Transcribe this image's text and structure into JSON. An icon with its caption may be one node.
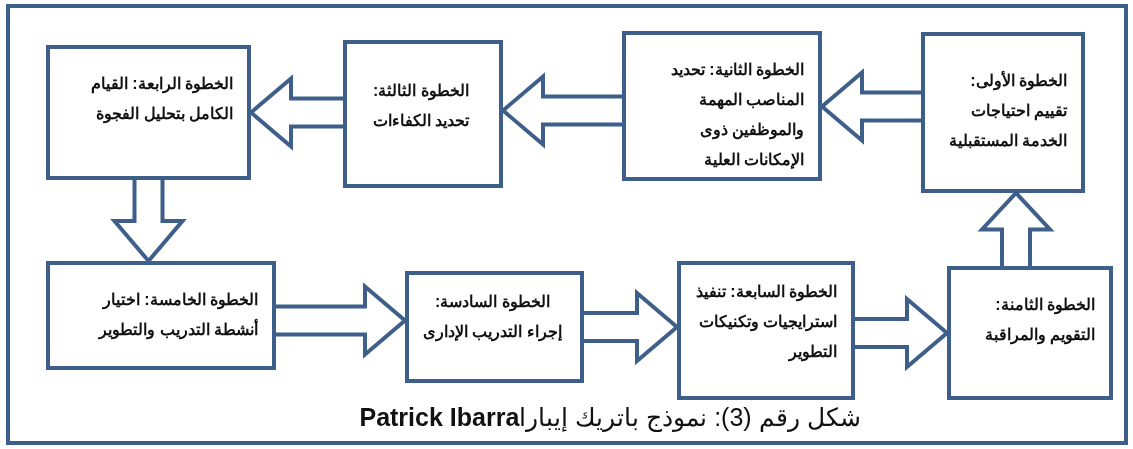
{
  "diagram": {
    "caption": "شكل رقم (3): نموذج باتريك إيبارا**Patrick Ibarra**",
    "nodes": [
      {
        "text": [
          "الخطوة الأولى: تقييم احتياجات الخدمة المستقبلية"
        ]
      },
      {
        "text": [
          "الخطوة الثانية: تحديد المناصب المهمة والموظفين ذوى الإمكانات العلية"
        ]
      },
      {
        "text": [
          "الخطوة الثالثة: تحديد الكفاءات"
        ]
      },
      {
        "text": [
          "الخطوة الرابعة: القيام الكامل بتحليل الفجوة"
        ]
      },
      {
        "text": [
          "الخطوة الخامسة: اختيار أنشطة التدريب والتطوير"
        ]
      },
      {
        "text": [
          "الخطوة السادسة: إجراء التدريب الإدارى"
        ]
      },
      {
        "text": [
          "الخطوة السابعة: تنفيذ استرايجيات وتكنيكات التطوير"
        ]
      },
      {
        "text": [
          "الخطوة الثامنة: التقويم والمراقبة"
        ]
      }
    ],
    "edges": [
      {
        "from": 0,
        "to": 1,
        "arrow": "to"
      },
      {
        "from": 1,
        "to": 2,
        "arrow": "to"
      },
      {
        "from": 2,
        "to": 3,
        "arrow": "to"
      },
      {
        "from": 3,
        "to": 4,
        "arrow": "to"
      },
      {
        "from": 4,
        "to": 5,
        "arrow": "to"
      },
      {
        "from": 5,
        "to": 6,
        "arrow": "to"
      },
      {
        "from": 6,
        "to": 7,
        "arrow": "to"
      },
      {
        "from": 7,
        "to": 0,
        "arrow": "to"
      }
    ]
  }
}
